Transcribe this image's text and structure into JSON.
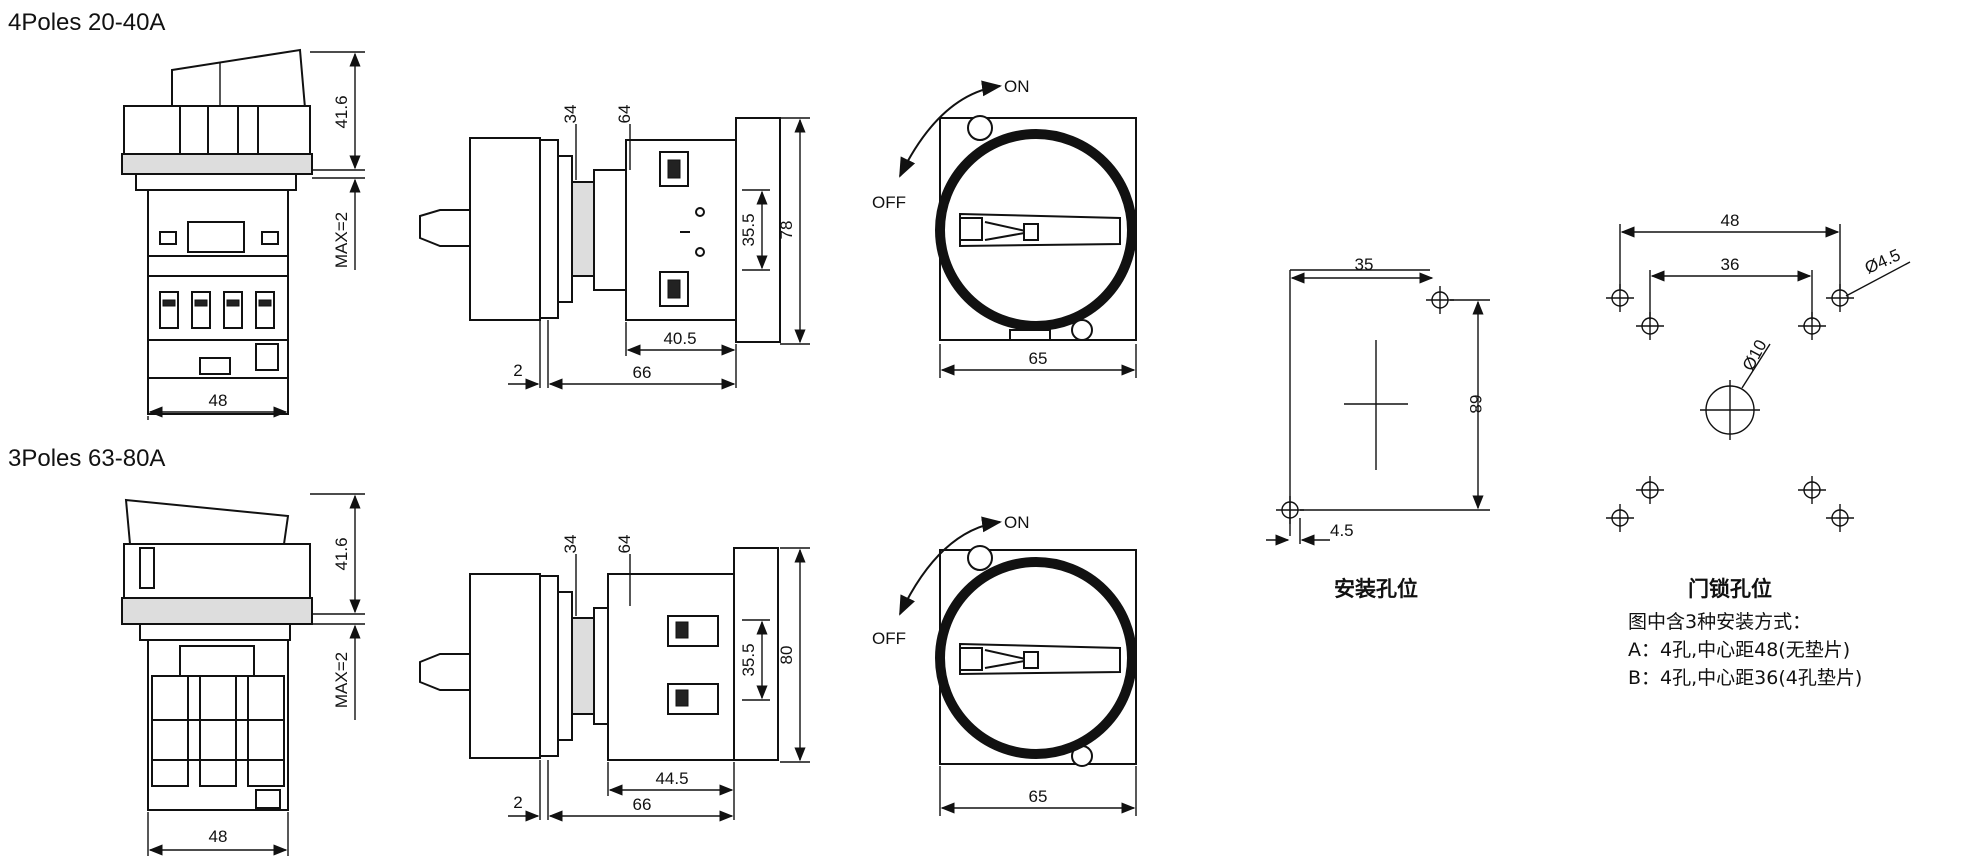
{
  "sections": [
    {
      "title": "4Poles  20-40A",
      "dims": {
        "h1": "41.6",
        "max": "MAX=2",
        "w1": "48",
        "d34": "34",
        "d64": "64",
        "d355": "35.5",
        "d78": "78",
        "d405": "40.5",
        "d2": "2",
        "d66": "66",
        "d65": "65",
        "on": "ON",
        "off": "OFF"
      }
    },
    {
      "title": "3Poles  63-80A",
      "dims": {
        "h1": "41.6",
        "max": "MAX=2",
        "w1": "48",
        "d34": "34",
        "d64": "64",
        "d355": "35.5",
        "d80": "80",
        "d445": "44.5",
        "d2": "2",
        "d66": "66",
        "d65": "65",
        "on": "ON",
        "off": "OFF"
      }
    }
  ],
  "mounting": {
    "d35": "35",
    "d68": "68",
    "d45": "4.5",
    "label": "安装孔位"
  },
  "door": {
    "d48": "48",
    "d36": "36",
    "dia45": "Ø4.5",
    "dia10": "Ø10",
    "label": "门锁孔位"
  },
  "notes": [
    "图中含3种安装方式：",
    "A：4孔,中心距48(无垫片)",
    "B：4孔,中心距36(4孔垫片)"
  ]
}
